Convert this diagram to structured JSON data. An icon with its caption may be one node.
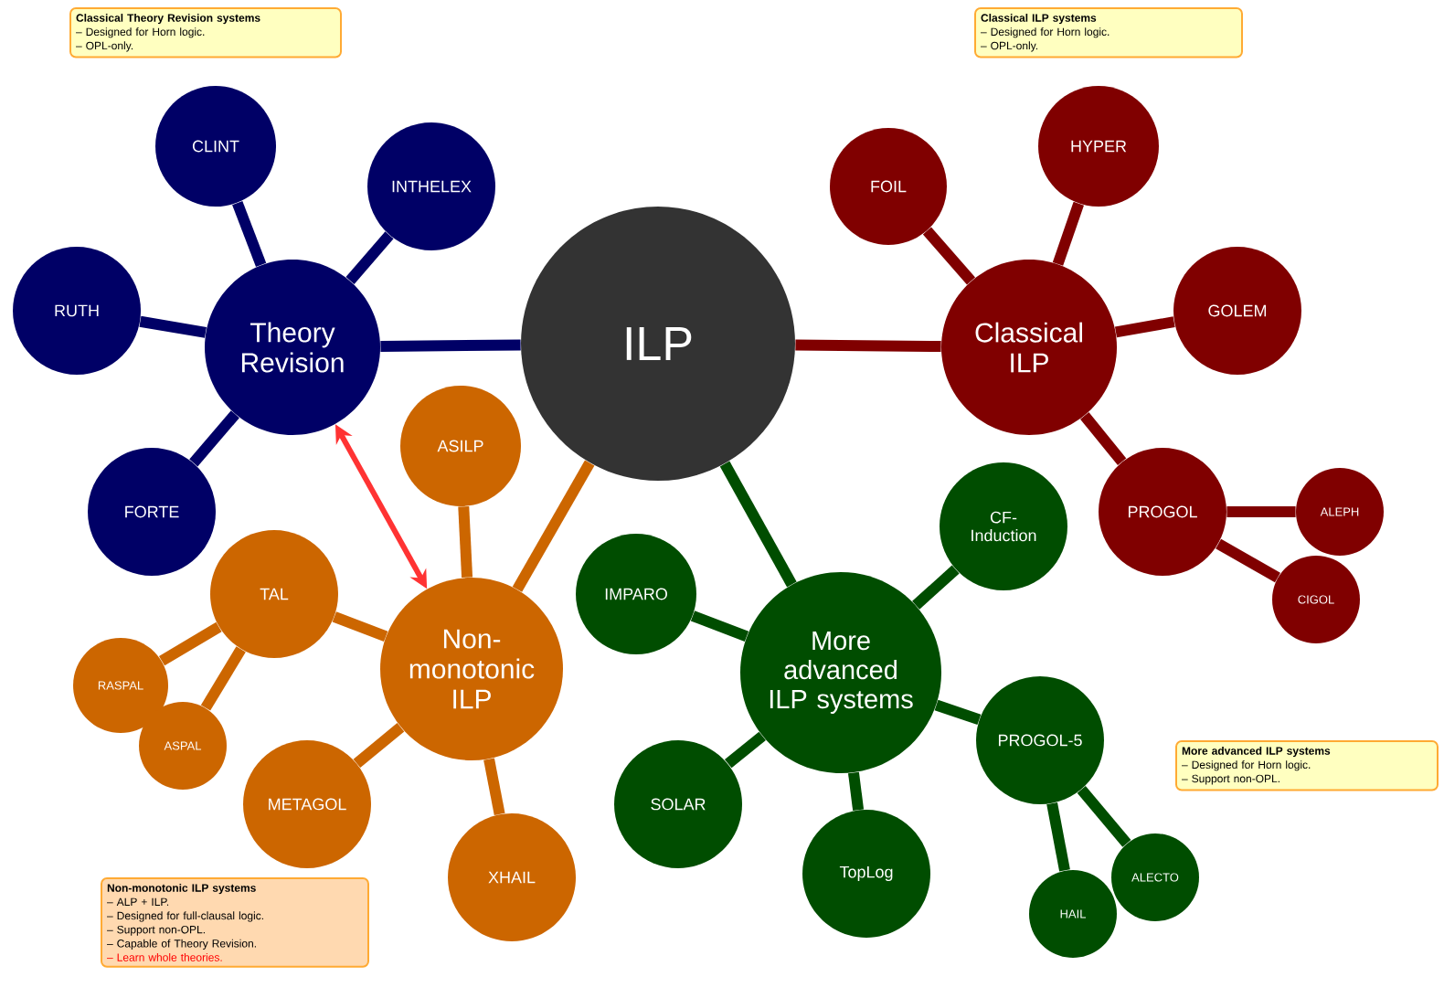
{
  "diagram": {
    "nodes": [
      {
        "text": [
          "ILP"
        ]
      },
      {
        "text": [
          "Theory Revision"
        ]
      },
      {
        "text": [
          "CLINT"
        ]
      },
      {
        "text": [
          "INTHELEX"
        ]
      },
      {
        "text": [
          "RUTH"
        ]
      },
      {
        "text": [
          "FORTE"
        ]
      },
      {
        "text": [
          "Classical ILP"
        ]
      },
      {
        "text": [
          "FOIL"
        ]
      },
      {
        "text": [
          "HYPER"
        ]
      },
      {
        "text": [
          "GOLEM"
        ]
      },
      {
        "text": [
          "PROGOL"
        ]
      },
      {
        "text": [
          "ALEPH"
        ]
      },
      {
        "text": [
          "CIGOL"
        ]
      },
      {
        "text": [
          "Non-monotonic ILP"
        ]
      },
      {
        "text": [
          "ASILP"
        ]
      },
      {
        "text": [
          "TAL"
        ]
      },
      {
        "text": [
          "RASPAL"
        ]
      },
      {
        "text": [
          "ASPAL"
        ]
      },
      {
        "text": [
          "METAGOL"
        ]
      },
      {
        "text": [
          "XHAIL"
        ]
      },
      {
        "text": [
          "More advanced ILP systems"
        ]
      },
      {
        "text": [
          "CF-Induction"
        ]
      },
      {
        "text": [
          "IMPARO"
        ]
      },
      {
        "text": [
          "SOLAR"
        ]
      },
      {
        "text": [
          "TopLog"
        ]
      },
      {
        "text": [
          "PROGOL-5"
        ]
      },
      {
        "text": [
          "ALECTO"
        ]
      },
      {
        "text": [
          "HAIL"
        ]
      },
      {
        "text": [
          "Classical Theory Revision systems",
          "– Designed for Horn logic.",
          "– OPL-only."
        ]
      },
      {
        "text": [
          "Classical ILP systems",
          "– Designed for Horn logic.",
          "– OPL-only."
        ]
      },
      {
        "text": [
          "More advanced ILP systems",
          "– Designed for Horn logic.",
          "– Support non-OPL."
        ]
      },
      {
        "text": [
          "Non-monotonic ILP systems",
          "– ALP + ILP.",
          "– Designed for full-clausal logic.",
          "– Support non-OPL.",
          "– Capable of Theory Revision.",
          "– Learn whole theories."
        ]
      }
    ],
    "edges": [
      {
        "from": 0,
        "to": 1,
        "arrow": "none",
        "color": "#000066"
      },
      {
        "from": 0,
        "to": 6,
        "arrow": "none",
        "color": "#800000"
      },
      {
        "from": 0,
        "to": 13,
        "arrow": "none",
        "color": "#cc6600"
      },
      {
        "from": 0,
        "to": 20,
        "arrow": "none",
        "color": "#004d00"
      },
      {
        "from": 1,
        "to": 2,
        "arrow": "none",
        "color": "#000066"
      },
      {
        "from": 1,
        "to": 3,
        "arrow": "none",
        "color": "#000066"
      },
      {
        "from": 1,
        "to": 4,
        "arrow": "none",
        "color": "#000066"
      },
      {
        "from": 1,
        "to": 5,
        "arrow": "none",
        "color": "#000066"
      },
      {
        "from": 6,
        "to": 7,
        "arrow": "none",
        "color": "#800000"
      },
      {
        "from": 6,
        "to": 8,
        "arrow": "none",
        "color": "#800000"
      },
      {
        "from": 6,
        "to": 9,
        "arrow": "none",
        "color": "#800000"
      },
      {
        "from": 6,
        "to": 10,
        "arrow": "none",
        "color": "#800000"
      },
      {
        "from": 10,
        "to": 11,
        "arrow": "none",
        "color": "#800000"
      },
      {
        "from": 10,
        "to": 12,
        "arrow": "none",
        "color": "#800000"
      },
      {
        "from": 13,
        "to": 14,
        "arrow": "none",
        "color": "#cc6600"
      },
      {
        "from": 13,
        "to": 15,
        "arrow": "none",
        "color": "#cc6600"
      },
      {
        "from": 15,
        "to": 16,
        "arrow": "none",
        "color": "#cc6600"
      },
      {
        "from": 15,
        "to": 17,
        "arrow": "none",
        "color": "#cc6600"
      },
      {
        "from": 13,
        "to": 18,
        "arrow": "none",
        "color": "#cc6600"
      },
      {
        "from": 13,
        "to": 19,
        "arrow": "none",
        "color": "#cc6600"
      },
      {
        "from": 20,
        "to": 21,
        "arrow": "none",
        "color": "#004d00"
      },
      {
        "from": 20,
        "to": 22,
        "arrow": "none",
        "color": "#004d00"
      },
      {
        "from": 20,
        "to": 23,
        "arrow": "none",
        "color": "#004d00"
      },
      {
        "from": 20,
        "to": 24,
        "arrow": "none",
        "color": "#004d00"
      },
      {
        "from": 20,
        "to": 25,
        "arrow": "none",
        "color": "#004d00"
      },
      {
        "from": 25,
        "to": 26,
        "arrow": "none",
        "color": "#004d00"
      },
      {
        "from": 25,
        "to": 27,
        "arrow": "none",
        "color": "#004d00"
      },
      {
        "from": 1,
        "to": 13,
        "arrow": "both",
        "color": "#ff3333"
      }
    ]
  }
}
